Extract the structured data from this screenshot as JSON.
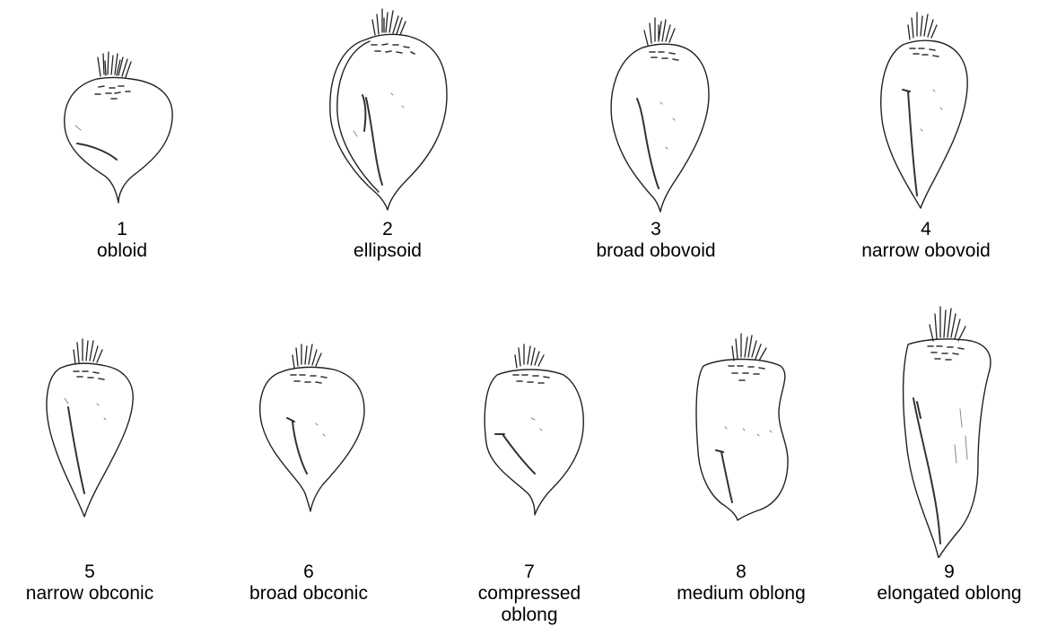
{
  "root_shapes": [
    {
      "number": "1",
      "name": "obloid"
    },
    {
      "number": "2",
      "name": "ellipsoid"
    },
    {
      "number": "3",
      "name": "broad obovoid"
    },
    {
      "number": "4",
      "name": "narrow obovoid"
    },
    {
      "number": "5",
      "name": "narrow obconic"
    },
    {
      "number": "6",
      "name": "broad obconic"
    },
    {
      "number": "7",
      "name": "compressed oblong"
    },
    {
      "number": "8",
      "name": "medium oblong"
    },
    {
      "number": "9",
      "name": "elongated oblong"
    }
  ]
}
